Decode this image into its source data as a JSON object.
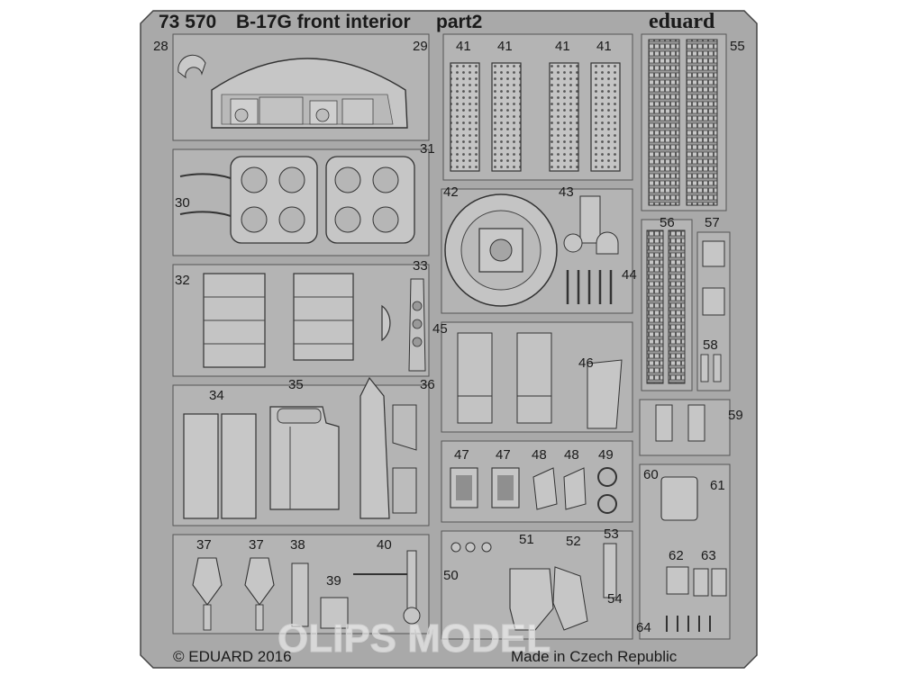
{
  "header": {
    "product_number": "73 570",
    "title": "B-17G front interior",
    "subtitle": "part2",
    "brand": "eduard"
  },
  "part_numbers": [
    "28",
    "29",
    "30",
    "31",
    "32",
    "33",
    "34",
    "35",
    "36",
    "37",
    "37",
    "38",
    "39",
    "40",
    "41",
    "41",
    "41",
    "41",
    "42",
    "43",
    "44",
    "45",
    "46",
    "47",
    "47",
    "48",
    "48",
    "49",
    "50",
    "51",
    "52",
    "53",
    "54",
    "55",
    "56",
    "57",
    "58",
    "59",
    "60",
    "61",
    "62",
    "63",
    "64"
  ],
  "footer": {
    "copyright": "© EDUARD 2016",
    "origin": "Made in Czech Republic"
  },
  "watermark": "OLIPS MODEL",
  "colors": {
    "fret": "#a9a9a9",
    "frame_edge": "#444444",
    "background": "#ffffff",
    "text": "#1a1a1a"
  }
}
